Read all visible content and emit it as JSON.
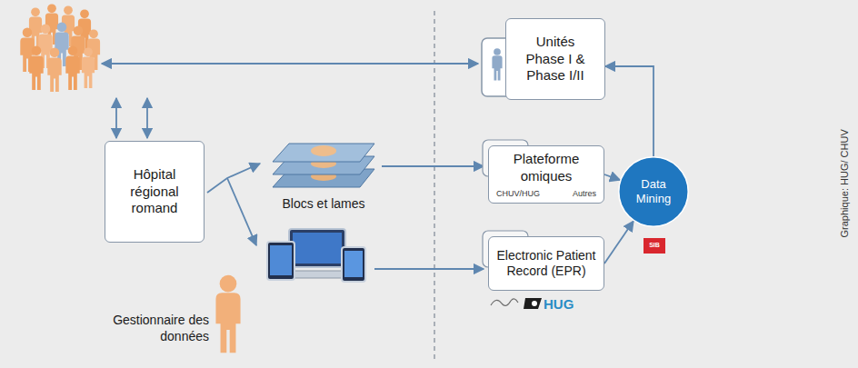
{
  "diagram": {
    "nodes": [
      {
        "text": [
          "Hôpital régional romand"
        ]
      },
      {
        "text": [
          "Unités Phase I & Phase I/II"
        ]
      },
      {
        "text": [
          "Plateforme omiques",
          "CHUV/HUG",
          "Autres"
        ]
      },
      {
        "text": [
          "Electronic Patient Record (EPR)"
        ]
      },
      {
        "text": [
          "Data Mining"
        ]
      }
    ],
    "edges": [
      {
        "from": 2,
        "to": 4,
        "arrow": "to"
      },
      {
        "from": 3,
        "to": 4,
        "arrow": "to"
      },
      {
        "from": 4,
        "to": 1,
        "arrow": "to"
      }
    ],
    "labels": [
      "Blocs et lames",
      "Gestionnaire des données",
      "SIB",
      "HUG",
      "Graphique: HUG/ CHUV"
    ]
  }
}
